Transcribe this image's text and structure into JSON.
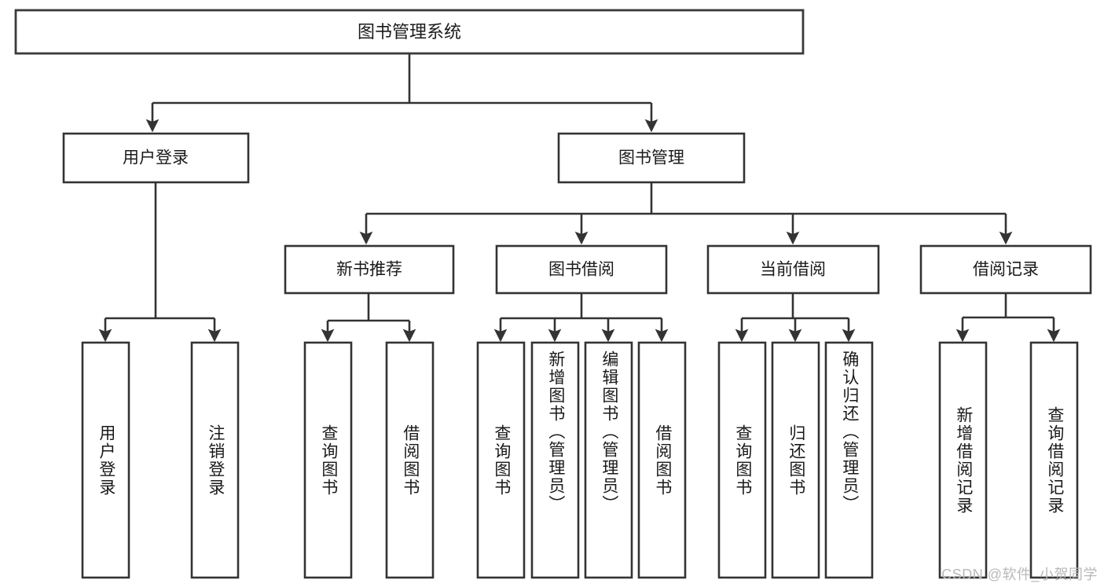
{
  "diagram": {
    "type": "tree",
    "title": "图书管理系统",
    "watermark": "CSDN @软件_小贺同学",
    "colors": {
      "stroke": "#333333",
      "fill": "#ffffff",
      "text": "#1a1a1a",
      "watermark": "#b9b9b9"
    },
    "levels": {
      "root": {
        "label": "图书管理系统"
      },
      "level2": [
        {
          "id": "user-login",
          "label": "用户登录"
        },
        {
          "id": "book-manage",
          "label": "图书管理"
        }
      ],
      "level3": [
        {
          "id": "new-book-rec",
          "label": "新书推荐",
          "parent": "book-manage"
        },
        {
          "id": "book-borrow",
          "label": "图书借阅",
          "parent": "book-manage"
        },
        {
          "id": "current-borrow",
          "label": "当前借阅",
          "parent": "book-manage"
        },
        {
          "id": "borrow-record",
          "label": "借阅记录",
          "parent": "book-manage"
        }
      ],
      "leaves": [
        {
          "id": "leaf-user-login",
          "label": "用户登录",
          "parent": "user-login"
        },
        {
          "id": "leaf-logout",
          "label": "注销登录",
          "parent": "user-login"
        },
        {
          "id": "leaf-query-book-1",
          "label": "查询图书",
          "parent": "new-book-rec"
        },
        {
          "id": "leaf-borrow-book-1",
          "label": "借阅图书",
          "parent": "new-book-rec"
        },
        {
          "id": "leaf-query-book-2",
          "label": "查询图书",
          "parent": "book-borrow"
        },
        {
          "id": "leaf-add-book",
          "label": "新增图书（管理员）",
          "parent": "book-borrow"
        },
        {
          "id": "leaf-edit-book",
          "label": "编辑图书（管理员）",
          "parent": "book-borrow"
        },
        {
          "id": "leaf-borrow-book-2",
          "label": "借阅图书",
          "parent": "book-borrow"
        },
        {
          "id": "leaf-query-book-3",
          "label": "查询图书",
          "parent": "current-borrow"
        },
        {
          "id": "leaf-return-book",
          "label": "归还图书",
          "parent": "current-borrow"
        },
        {
          "id": "leaf-confirm-return",
          "label": "确认归还（管理员）",
          "parent": "current-borrow"
        },
        {
          "id": "leaf-add-record",
          "label": "新增借阅记录",
          "parent": "borrow-record"
        },
        {
          "id": "leaf-query-record",
          "label": "查询借阅记录",
          "parent": "borrow-record"
        }
      ]
    }
  }
}
